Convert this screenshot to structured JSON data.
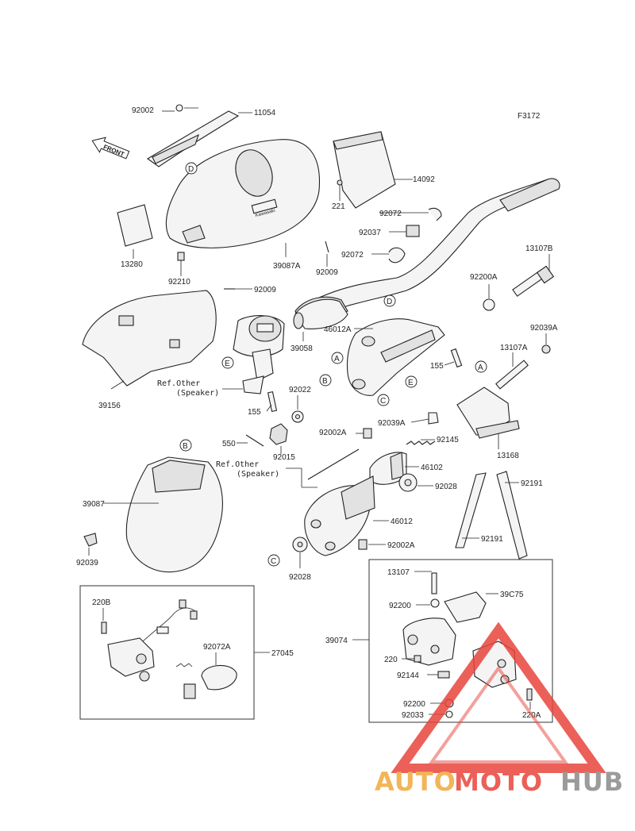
{
  "figure_code": "F3172",
  "front_arrow_text": "FRONT",
  "watermark": {
    "auto": "AUTO",
    "moto": "MOTO",
    "hub": "HUB",
    "color_red": "#e8453c",
    "color_orange": "#f0a93b",
    "color_gray": "#8a8a8a"
  },
  "labels": {
    "l92002": "92002",
    "l11054": "11054",
    "l14092": "14092",
    "l221": "221",
    "l92072_top": "92072",
    "l92037": "92037",
    "l92072_mid": "92072",
    "l13280": "13280",
    "l39087A": "39087A",
    "l92210": "92210",
    "l92009_a": "92009",
    "l92009_b": "92009",
    "l13107B": "13107B",
    "l92200A": "92200A",
    "l92039A_r": "92039A",
    "l13107A": "13107A",
    "l46012A": "46012A",
    "l39058": "39058",
    "l155_r": "155",
    "l39156": "39156",
    "l155_l": "155",
    "l92022": "92022",
    "l92039A_m": "92039A",
    "l13168": "13168",
    "l92002A_a": "92002A",
    "l92145": "92145",
    "l550": "550",
    "l92015": "92015",
    "l46102": "46102",
    "l92028_a": "92028",
    "l92191_a": "92191",
    "l39087": "39087",
    "l46012": "46012",
    "l92002A_b": "92002A",
    "l92191_b": "92191",
    "l92039": "92039",
    "l92028_b": "92028",
    "l220B": "220B",
    "l92072A": "92072A",
    "l27045": "27045",
    "l13107": "13107",
    "l39075": "39C75",
    "l92200_a": "92200",
    "l39074": "39074",
    "l220": "220",
    "l92144": "92144",
    "l92200_b": "92200",
    "l92033": "92033",
    "l220A": "220A"
  },
  "ref_other_1": [
    "Ref.Other",
    "(Speaker)"
  ],
  "ref_other_2": [
    "Ref.Other",
    "(Speaker)"
  ],
  "callouts": {
    "a1": "A",
    "a2": "A",
    "b1": "B",
    "b2": "B",
    "c1": "C",
    "c2": "C",
    "d1": "D",
    "d2": "D",
    "e1": "E",
    "e2": "E"
  },
  "speedo_text": "Kawasaki"
}
